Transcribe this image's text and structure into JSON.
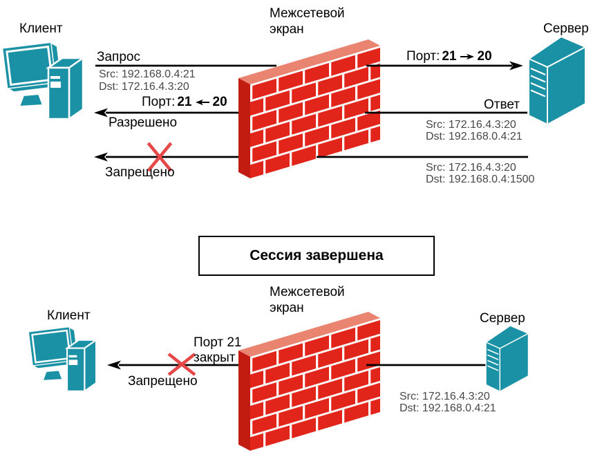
{
  "palette": {
    "device_teal": "#1B91A5",
    "brick_red": "#E1251B",
    "brick_top": "#E98470",
    "brick_side": "#C11B12",
    "mortar_white": "#FFFFFF",
    "cross_red": "#E64747",
    "line_black": "#000000"
  },
  "top": {
    "client_label": "Клиент",
    "firewall_label_line1": "Межсетевой",
    "firewall_label_line2": "экран",
    "server_label": "Сервер",
    "request": {
      "label": "Запрос",
      "src": "Src: 192.168.0.4:21",
      "dst": "Dst: 172.16.4.3:20"
    },
    "port_out": {
      "prefix": "Порт:",
      "from": "21",
      "to": "20"
    },
    "port_in": {
      "prefix": "Порт:",
      "from": "21",
      "to": "20"
    },
    "response": {
      "label": "Ответ",
      "src": "Src: 172.16.4.3:20",
      "dst": "Dst: 192.168.0.4:21"
    },
    "allowed_label": "Разрешено",
    "denied_label": "Запрещено",
    "blocked": {
      "src": "Src: 172.16.4.3:20",
      "dst": "Dst: 192.168.0.4:1500"
    }
  },
  "session_banner": "Сессия завершена",
  "bottom": {
    "client_label": "Клиент",
    "firewall_label_line1": "Межсетевой",
    "firewall_label_line2": "экран",
    "server_label": "Сервер",
    "port_closed_line1": "Порт 21",
    "port_closed_line2": "закрыт",
    "denied_label": "Запрещено",
    "blocked": {
      "src": "Src: 172.16.4.3:20",
      "dst": "Dst: 192.168.0.4:21"
    }
  }
}
